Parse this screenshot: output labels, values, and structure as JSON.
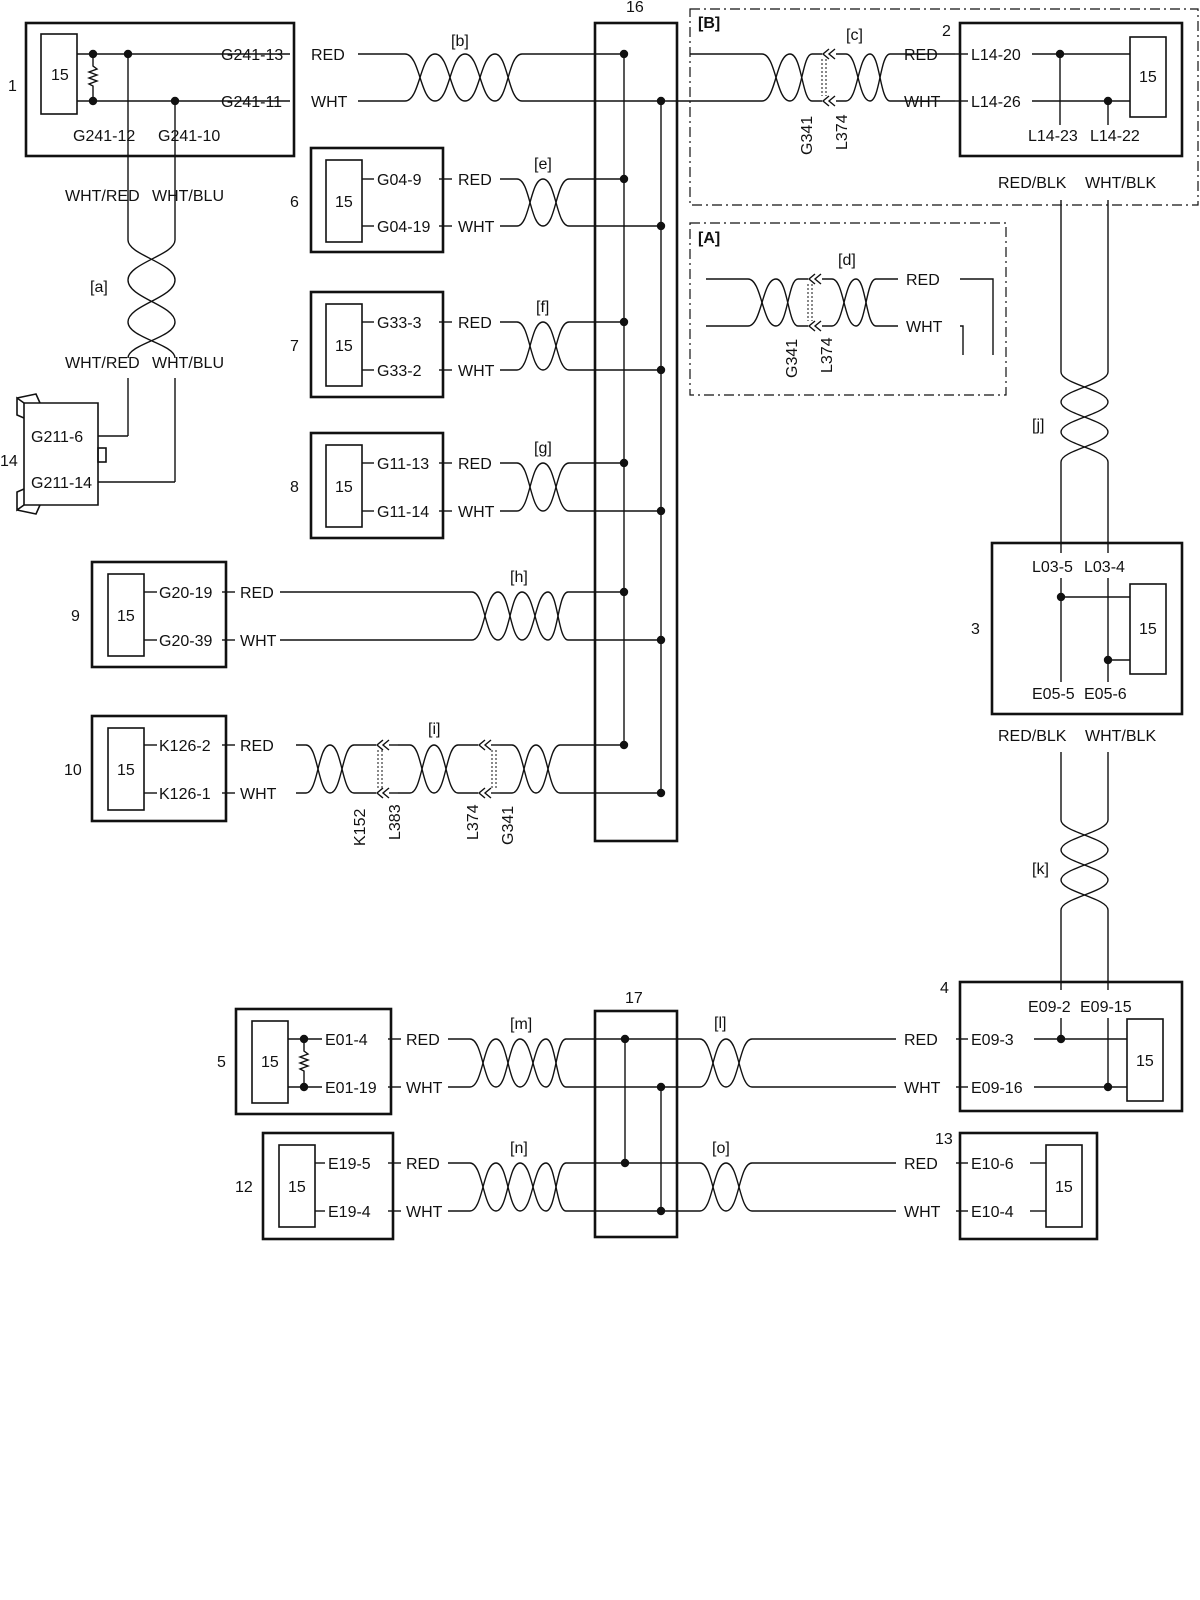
{
  "components": {
    "c1": {
      "num": "1",
      "module": "15",
      "pins": [
        "G241-13",
        "G241-11",
        "G241-12",
        "G241-10"
      ]
    },
    "c2": {
      "num": "2",
      "module": "15",
      "pins": [
        "L14-20",
        "L14-26",
        "L14-23",
        "L14-22"
      ]
    },
    "c3": {
      "num": "3",
      "module": "15",
      "pins": [
        "L03-5",
        "L03-4",
        "E05-5",
        "E05-6"
      ]
    },
    "c4": {
      "num": "4",
      "module": "15",
      "pins": [
        "E09-2",
        "E09-15",
        "E09-3",
        "E09-16"
      ]
    },
    "c5": {
      "num": "5",
      "module": "15",
      "pins": [
        "E01-4",
        "E01-19"
      ]
    },
    "c6": {
      "num": "6",
      "module": "15",
      "pins": [
        "G04-9",
        "G04-19"
      ]
    },
    "c7": {
      "num": "7",
      "module": "15",
      "pins": [
        "G33-3",
        "G33-2"
      ]
    },
    "c8": {
      "num": "8",
      "module": "15",
      "pins": [
        "G11-13",
        "G11-14"
      ]
    },
    "c9": {
      "num": "9",
      "module": "15",
      "pins": [
        "G20-19",
        "G20-39"
      ]
    },
    "c10": {
      "num": "10",
      "module": "15",
      "pins": [
        "K126-2",
        "K126-1"
      ]
    },
    "c12": {
      "num": "12",
      "module": "15",
      "pins": [
        "E19-5",
        "E19-4"
      ]
    },
    "c13": {
      "num": "13",
      "module": "15",
      "pins": [
        "E10-6",
        "E10-4"
      ]
    },
    "c14": {
      "num": "14",
      "pins": [
        "G211-6",
        "G211-14"
      ]
    },
    "c16": {
      "num": "16"
    },
    "c17": {
      "num": "17"
    }
  },
  "wire_colors": {
    "red": "RED",
    "wht": "WHT",
    "wht_red": "WHT/RED",
    "wht_blu": "WHT/BLU",
    "red_blk": "RED/BLK",
    "wht_blk": "WHT/BLK"
  },
  "twisted_pairs": {
    "a": "[a]",
    "b": "[b]",
    "c": "[c]",
    "d": "[d]",
    "e": "[e]",
    "f": "[f]",
    "g": "[g]",
    "h": "[h]",
    "i": "[i]",
    "j": "[j]",
    "k": "[k]",
    "l": "[l]",
    "m": "[m]",
    "n": "[n]",
    "o": "[o]"
  },
  "variants": {
    "A": "[A]",
    "B": "[B]"
  },
  "connectors": {
    "g341": "G341",
    "l374": "L374",
    "k152": "K152",
    "l383": "L383"
  }
}
